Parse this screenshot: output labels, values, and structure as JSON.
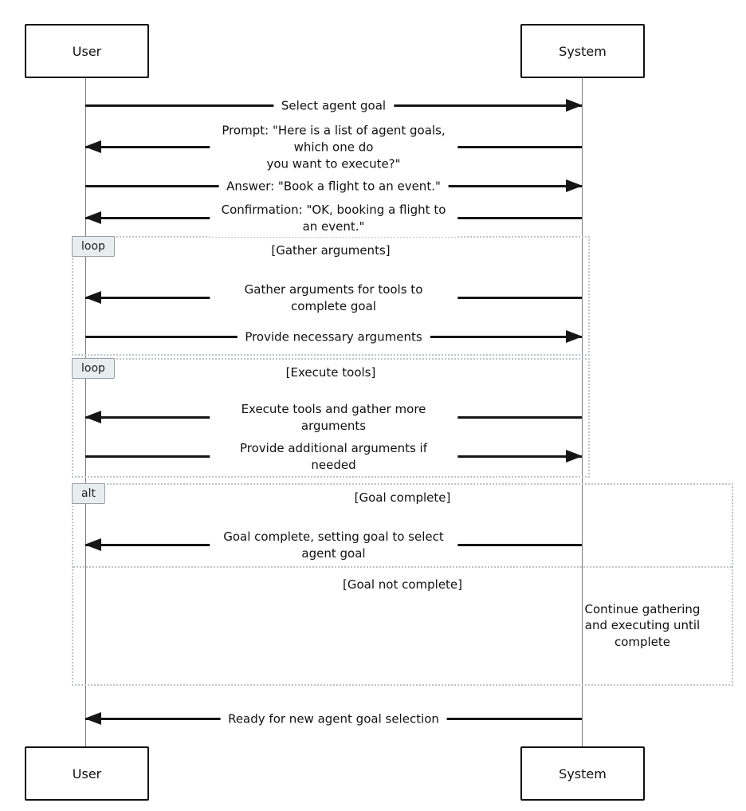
{
  "actors": {
    "user": "User",
    "system": "System"
  },
  "messages": [
    {
      "text": "Select agent goal",
      "dir": "right"
    },
    {
      "text": "Prompt: \"Here is a list of agent goals, which one do\nyou want to execute?\"",
      "dir": "left"
    },
    {
      "text": "Answer: \"Book a flight to an event.\"",
      "dir": "right"
    },
    {
      "text": "Confirmation: \"OK, booking a flight to an event.\"",
      "dir": "left"
    },
    {
      "text": "Gather arguments for tools to complete goal",
      "dir": "left"
    },
    {
      "text": "Provide necessary arguments",
      "dir": "right"
    },
    {
      "text": "Execute tools and gather more arguments",
      "dir": "left"
    },
    {
      "text": "Provide additional arguments if needed",
      "dir": "right"
    },
    {
      "text": "Goal complete, setting goal to select agent goal",
      "dir": "left"
    },
    {
      "text": "Ready for new agent goal selection",
      "dir": "left"
    }
  ],
  "frames": {
    "loop1": {
      "label": "loop",
      "title": "[Gather arguments]"
    },
    "loop2": {
      "label": "loop",
      "title": "[Execute tools]"
    },
    "alt": {
      "label": "alt",
      "title": "[Goal complete]",
      "else_title": "[Goal not complete]",
      "note": "Continue gathering\nand executing until\ncomplete"
    }
  },
  "colors": {
    "line": "#161616",
    "frame_border": "#c0c4c6",
    "frame_label_fill": "#e8edf0"
  }
}
